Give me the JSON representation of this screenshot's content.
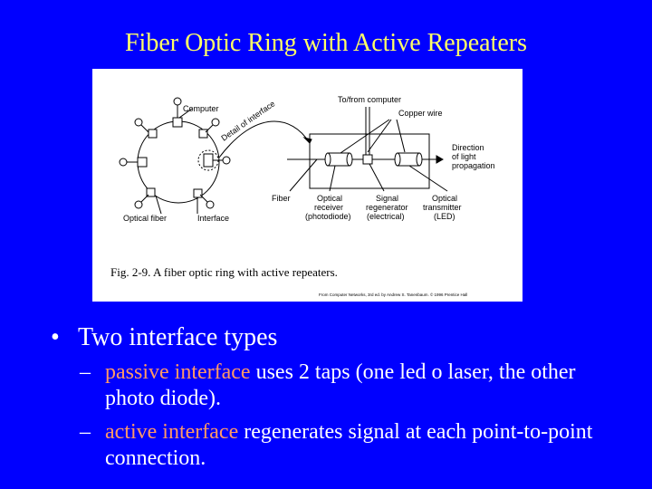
{
  "slide": {
    "title": "Fiber Optic Ring with Active Repeaters",
    "bullets": [
      {
        "text": "Two interface types",
        "sub": [
          {
            "highlight": "passive interface",
            "rest": " uses 2 taps (one led o laser, the other photo diode)."
          },
          {
            "highlight": "active interface",
            "rest": " regenerates signal at each point-to-point connection."
          }
        ]
      }
    ]
  },
  "figure": {
    "labels": {
      "computer": "Computer",
      "optical_fiber": "Optical fiber",
      "interface": "Interface",
      "detail": "Detail of interface",
      "to_from_computer": "To/from computer",
      "copper_wire": "Copper wire",
      "direction": [
        "Direction",
        "of light",
        "propagation"
      ],
      "fiber": "Fiber",
      "optical_receiver": [
        "Optical",
        "receiver",
        "(photodiode)"
      ],
      "signal_regenerator": [
        "Signal",
        "regenerator",
        "(electrical)"
      ],
      "optical_transmitter": [
        "Optical",
        "transmitter",
        "(LED)"
      ]
    },
    "caption": "Fig. 2-9. A fiber optic ring with active repeaters.",
    "credit": "From Computer Networks, 3rd ed. by Andrew S. Tanenbaum. © 1996 Prentice Hall"
  },
  "colors": {
    "background": "#0000ff",
    "title": "#ffff66",
    "highlight": "#ff9966"
  }
}
